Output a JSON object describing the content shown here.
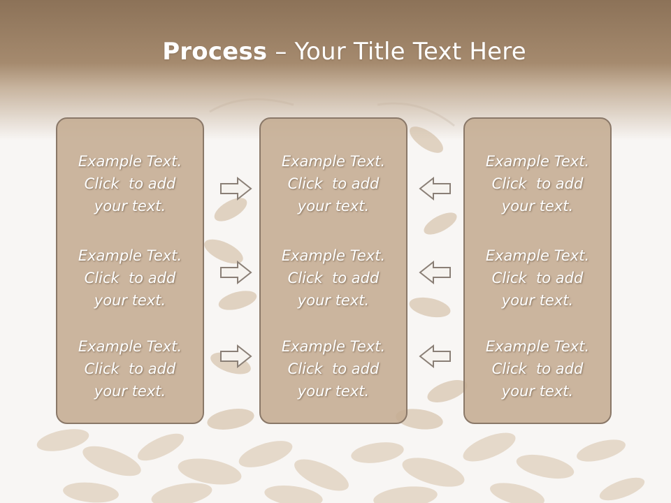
{
  "title": {
    "bold": "Process",
    "rest": " – Your Title Text Here"
  },
  "colors": {
    "header": "#8c7258",
    "panel": "#c4ac92",
    "panel_border": "#8a7868",
    "text": "#ffffff"
  },
  "columns": [
    {
      "blocks": [
        {
          "line1": "Example Text.",
          "line2": "Click  to add",
          "line3": "your text."
        },
        {
          "line1": "Example Text.",
          "line2": "Click  to add",
          "line3": "your text."
        },
        {
          "line1": "Example Text.",
          "line2": "Click  to add",
          "line3": "your text."
        }
      ]
    },
    {
      "blocks": [
        {
          "line1": "Example Text.",
          "line2": "Click  to add",
          "line3": "your text."
        },
        {
          "line1": "Example Text.",
          "line2": "Click  to add",
          "line3": "your text."
        },
        {
          "line1": "Example Text.",
          "line2": "Click  to add",
          "line3": "your text."
        }
      ]
    },
    {
      "blocks": [
        {
          "line1": "Example Text.",
          "line2": "Click  to add",
          "line3": "your text."
        },
        {
          "line1": "Example Text.",
          "line2": "Click  to add",
          "line3": "your text."
        },
        {
          "line1": "Example Text.",
          "line2": "Click  to add",
          "line3": "your text."
        }
      ]
    }
  ],
  "arrows": {
    "left_group": "right-arrow-icon",
    "right_group": "left-arrow-icon"
  }
}
